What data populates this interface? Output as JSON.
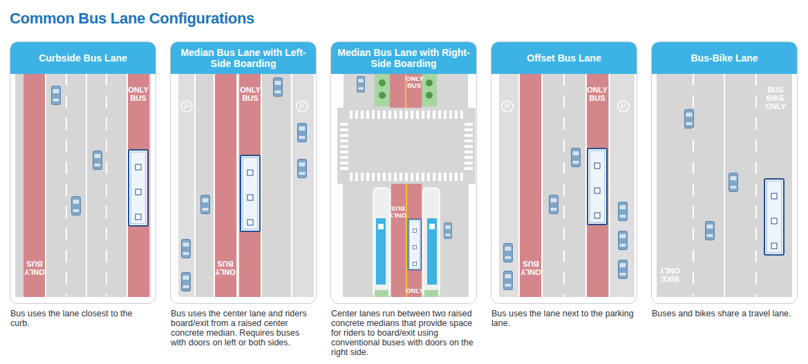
{
  "diagram": {
    "title": "Common Bus Lane Configurations",
    "nodes": [
      {
        "text": [
          "Curbside Bus Lane",
          "Bus uses the lane closest to the curb."
        ]
      },
      {
        "text": [
          "Median Bus Lane with Left-Side Boarding",
          "Bus uses the center lane and riders board/exit from a raised center concrete median. Requires buses with doors on left or both sides."
        ]
      },
      {
        "text": [
          "Median Bus Lane with Right-Side Boarding",
          "Center lanes run between two raised concrete medians that provide space for riders to board/exit using conventional buses with doors on the right side."
        ]
      },
      {
        "text": [
          "Offset Bus Lane",
          "Bus uses the lane next to the parking lane."
        ]
      },
      {
        "text": [
          "Bus-Bike Lane",
          "Buses and bikes share a travel lane."
        ]
      }
    ],
    "labels": [
      "ONLY BUS",
      "ONLY BUS",
      "P",
      "ONLY BUS",
      "P",
      "ONLY BUS",
      "ONLY BUS",
      "ONLY BUS",
      "ONLY",
      "P",
      "ONLY BUS",
      "P",
      "ONLY BUS",
      "BUS BIKE ONLY",
      "BIKE ONLY"
    ]
  }
}
